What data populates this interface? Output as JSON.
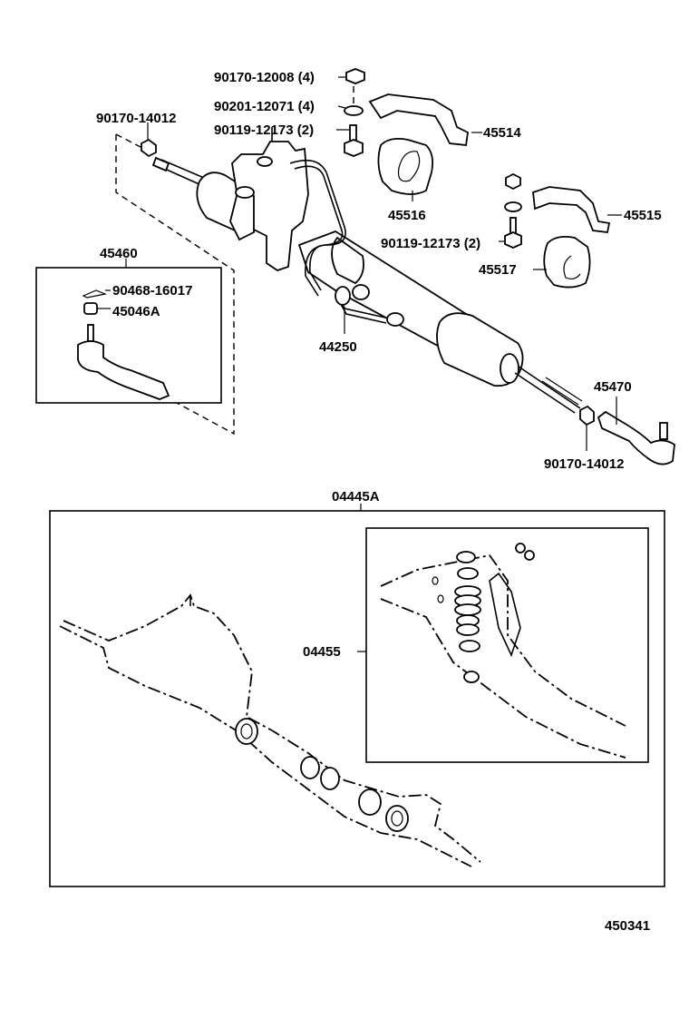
{
  "diagram": {
    "labels": {
      "nut_top": "90170-12008 (4)",
      "washer_top": "90201-12071 (4)",
      "bolt_top": "90119-12173 (2)",
      "nut_left": "90170-14012",
      "bracket_1": "45514",
      "bushing_1": "45516",
      "bracket_2": "45515",
      "bolt_right": "90119-12173 (2)",
      "bushing_2": "45517",
      "tie_rod_end_lh": "45460",
      "cotter_pin": "90468-16017",
      "castle_nut": "45046A",
      "pipe": "44250",
      "tie_rod_end_rh": "45470",
      "nut_right": "90170-14012",
      "gasket_kit": "04445A",
      "valve_kit": "04455",
      "diagram_number": "450341"
    }
  }
}
